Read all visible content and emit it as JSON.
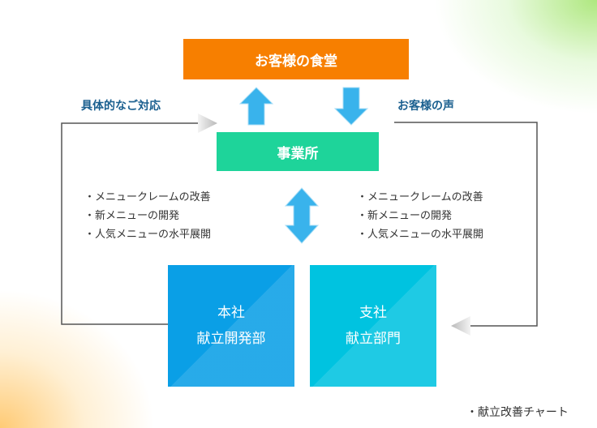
{
  "diagram": {
    "top_box": "お客様の食堂",
    "middle_box": "事業所",
    "left_box": {
      "line1": "本社",
      "line2": "献立開発部"
    },
    "right_box": {
      "line1": "支社",
      "line2": "献立部門"
    },
    "left_flow_label": "具体的なご対応",
    "right_flow_label": "お客様の声",
    "left_bullets": [
      "・メニュークレームの改善",
      "・新メニューの開発",
      "・人気メニューの水平展開"
    ],
    "right_bullets": [
      "・メニュークレームの改善",
      "・新メニューの開発",
      "・人気メニューの水平展開"
    ],
    "caption": "・献立改善チャート"
  },
  "colors": {
    "top_box": "#f77f00",
    "middle_box": "#1ed49a",
    "left_box": "#0a9fe6",
    "right_box": "#00c3e0",
    "arrow": "#39b3ec",
    "label_text": "#1a5f8f"
  }
}
